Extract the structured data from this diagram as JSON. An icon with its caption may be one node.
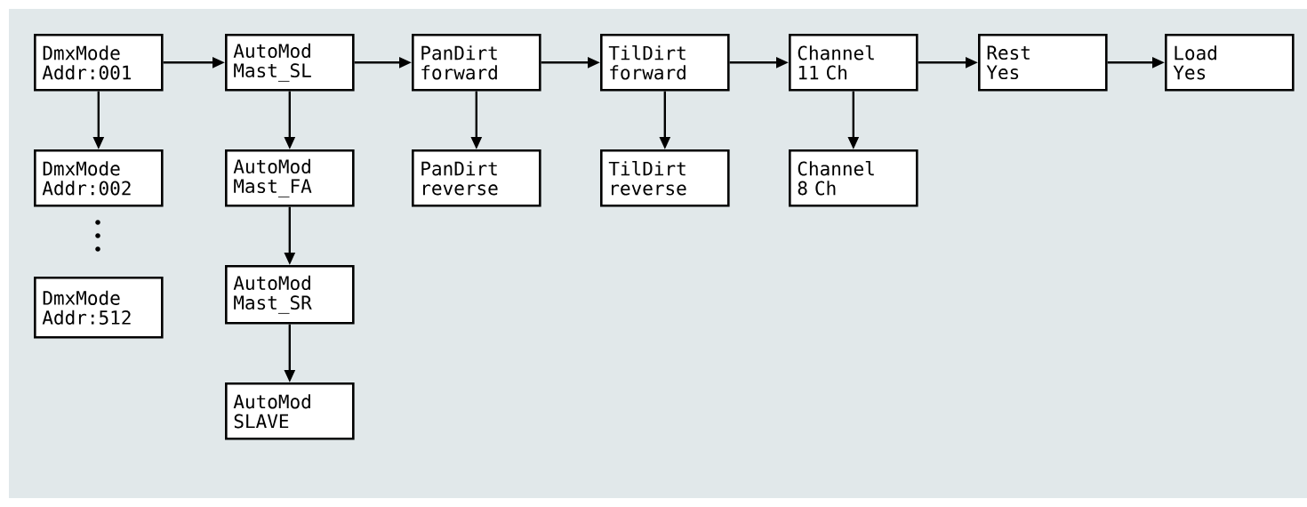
{
  "diagram": {
    "nodes": [
      {
        "text": [
          "DmxMode",
          "Addr:001"
        ]
      },
      {
        "text": [
          "DmxMode",
          "Addr:002"
        ]
      },
      {
        "text": [
          "DmxMode",
          "Addr:512"
        ]
      },
      {
        "text": [
          "AutoMod",
          "Mast_SL"
        ]
      },
      {
        "text": [
          "AutoMod",
          "Mast_FA"
        ]
      },
      {
        "text": [
          "AutoMod",
          "Mast_SR"
        ]
      },
      {
        "text": [
          "AutoMod",
          "SLAVE"
        ]
      },
      {
        "text": [
          "PanDirt",
          "forward"
        ]
      },
      {
        "text": [
          "PanDirt",
          "reverse"
        ]
      },
      {
        "text": [
          "TilDirt",
          "forward"
        ]
      },
      {
        "text": [
          "TilDirt",
          "reverse"
        ]
      },
      {
        "text": [
          "Channel",
          "11 Ch"
        ]
      },
      {
        "text": [
          "Channel",
          "8 Ch"
        ]
      },
      {
        "text": [
          "Rest",
          "Yes"
        ]
      },
      {
        "text": [
          "Load",
          "Yes"
        ]
      }
    ],
    "edges": [
      {
        "from": 0,
        "to": 3,
        "arrow": "to"
      },
      {
        "from": 3,
        "to": 7,
        "arrow": "to"
      },
      {
        "from": 7,
        "to": 9,
        "arrow": "to"
      },
      {
        "from": 9,
        "to": 11,
        "arrow": "to"
      },
      {
        "from": 11,
        "to": 13,
        "arrow": "to"
      },
      {
        "from": 13,
        "to": 14,
        "arrow": "to"
      },
      {
        "from": 0,
        "to": 1,
        "arrow": "to"
      },
      {
        "from": 3,
        "to": 4,
        "arrow": "to"
      },
      {
        "from": 4,
        "to": 5,
        "arrow": "to"
      },
      {
        "from": 5,
        "to": 6,
        "arrow": "to"
      },
      {
        "from": 7,
        "to": 8,
        "arrow": "to"
      },
      {
        "from": 9,
        "to": 10,
        "arrow": "to"
      },
      {
        "from": 11,
        "to": 12,
        "arrow": "to"
      }
    ]
  }
}
